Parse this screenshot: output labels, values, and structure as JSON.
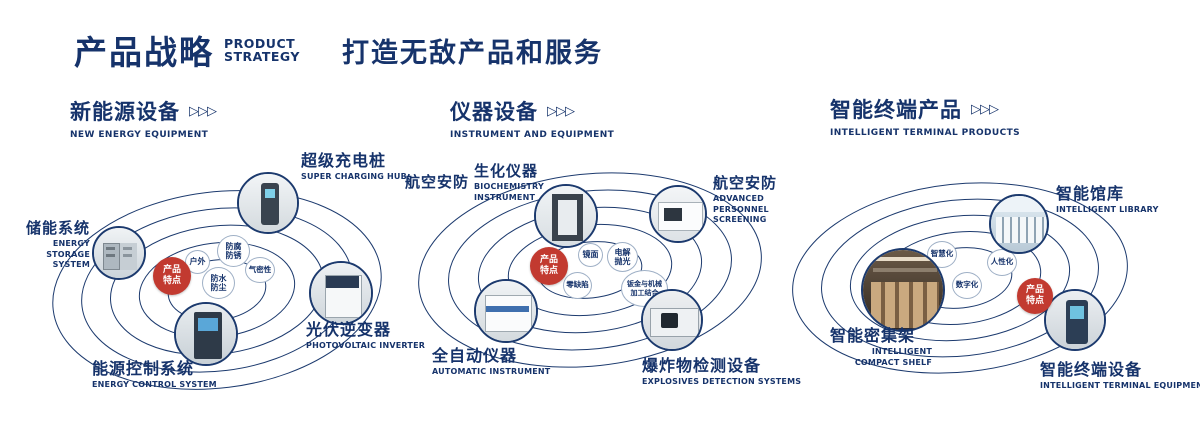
{
  "colors": {
    "navy": "#16336b",
    "red": "#c23a30",
    "ring": "#1c3a6e"
  },
  "arrow_glyph": "▷▷▷",
  "header": {
    "title": "产品战略",
    "subtitle_line1": "PRODUCT",
    "subtitle_line2": "STRATEGY",
    "tagline": "打造无敌产品和服务"
  },
  "sections": [
    {
      "title": "新能源设备",
      "subtitle": "NEW ENERGY EQUIPMENT",
      "badge": "产品特点",
      "features": [
        "户外",
        "防腐防锈",
        "防水防尘",
        "气密性"
      ],
      "items": [
        {
          "name": "储能系统",
          "en": "ENERGY STORAGE SYSTEM"
        },
        {
          "name": "超级充电桩",
          "en": "SUPER CHARGING HUB"
        },
        {
          "name": "光伏逆变器",
          "en": "PHOTOVOLTAIC INVERTER"
        },
        {
          "name": "能源控制系统",
          "en": "ENERGY CONTROL SYSTEM"
        }
      ]
    },
    {
      "title": "仪器设备",
      "subtitle": "INSTRUMENT AND EQUIPMENT",
      "badge": "产品特点",
      "aviation_label": "航空安防",
      "features": [
        "镜面",
        "电解抛光",
        "零缺陷",
        "钣金与机械加工结合"
      ],
      "items": [
        {
          "name": "生化仪器",
          "en": "BIOCHEMISTRY INSTRUMENT"
        },
        {
          "name": "航空安防",
          "en": "ADVANCED PERSONNEL SCREENING"
        },
        {
          "name": "全自动仪器",
          "en": "AUTOMATIC INSTRUMENT"
        },
        {
          "name": "爆炸物检测设备",
          "en": "EXPLOSIVES DETECTION SYSTEMS"
        }
      ]
    },
    {
      "title": "智能终端产品",
      "subtitle": "INTELLIGENT TERMINAL PRODUCTS",
      "badge": "产品特点",
      "features": [
        "智慧化",
        "人性化",
        "数字化"
      ],
      "items": [
        {
          "name": "智能馆库",
          "en": "INTELLIGENT LIBRARY"
        },
        {
          "name": "智能密集架",
          "en": "INTELLIGENT COMPACT SHELF"
        },
        {
          "name": "智能终端设备",
          "en": "INTELLIGENT TERMINAL EQUIPMENT"
        }
      ]
    }
  ]
}
